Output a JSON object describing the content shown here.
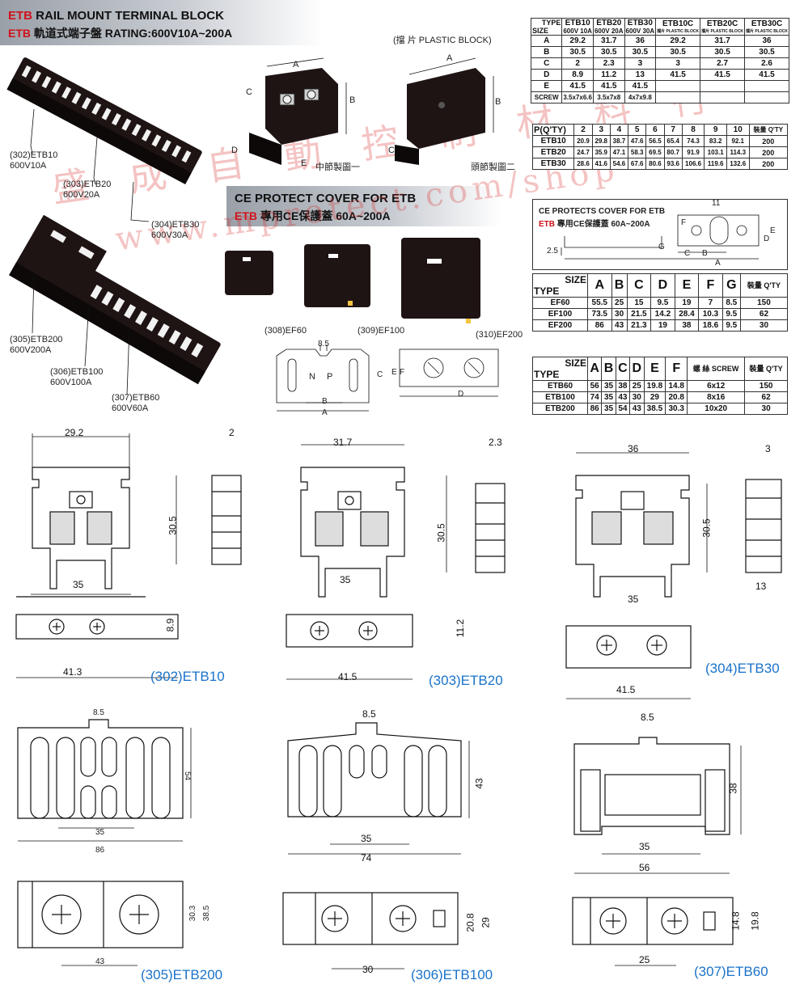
{
  "header": {
    "line1_red": "ETB",
    "line1": "RAIL MOUNT TERMINAL BLOCK",
    "line2_red": "ETB",
    "line2": "軌道式端子盤",
    "line2_rating": "RATING:600V10A~200A"
  },
  "cover_header": {
    "line1": "CE PROTECT COVER FOR ETB",
    "line2_red": "ETB",
    "line2": "專用CE保護蓋  60A~200A"
  },
  "watermark": "盛 成 自 動 控 制 材 料 行",
  "watermark2": "www.mprotect.com/shop",
  "product_labels": {
    "etb10": [
      "(302)ETB10",
      "600V10A"
    ],
    "etb20": [
      "(303)ETB20",
      "600V20A"
    ],
    "etb30": [
      "(304)ETB30",
      "600V30A"
    ],
    "etb200": [
      "(305)ETB200",
      "600V200A"
    ],
    "etb100": [
      "(306)ETB100",
      "600V100A"
    ],
    "etb60": [
      "(307)ETB60",
      "600V60A"
    ],
    "ef60": "(308)EF60",
    "ef100": "(309)EF100",
    "ef200": "(310)EF200"
  },
  "diagram_labels": {
    "plastic_block": "(擋 片 PLASTIC BLOCK)",
    "middle_piece": "中節製圖一",
    "end_piece": "頭節製圖二",
    "A": "A",
    "B": "B",
    "C": "C",
    "D": "D",
    "E": "E",
    "F": "F",
    "N": "N",
    "P": "P",
    "cover_dim": "8.5"
  },
  "table1": {
    "corner_top": "TYPE",
    "corner_bottom": "SIZE",
    "types": [
      "ETB10",
      "ETB20",
      "ETB30",
      "ETB10C",
      "ETB20C",
      "ETB30C"
    ],
    "ratings": [
      "600V 10A",
      "600V 20A",
      "600V 30A",
      "擋片 PLASTIC BLOCK",
      "擋片 PLASTIC BLOCK",
      "擋片 PLASTIC BLOCK"
    ],
    "rows": [
      {
        "label": "A",
        "values": [
          "29.2",
          "31.7",
          "36",
          "29.2",
          "31.7",
          "36"
        ]
      },
      {
        "label": "B",
        "values": [
          "30.5",
          "30.5",
          "30.5",
          "30.5",
          "30.5",
          "30.5"
        ]
      },
      {
        "label": "C",
        "values": [
          "2",
          "2.3",
          "3",
          "3",
          "2.7",
          "2.6"
        ]
      },
      {
        "label": "D",
        "values": [
          "8.9",
          "11.2",
          "13",
          "41.5",
          "41.5",
          "41.5"
        ]
      },
      {
        "label": "E",
        "values": [
          "41.5",
          "41.5",
          "41.5",
          "",
          "",
          ""
        ]
      },
      {
        "label": "SCREW",
        "values": [
          "3.5x7x6.6",
          "3.5x7x8",
          "4x7x9.8",
          "",
          "",
          ""
        ]
      }
    ]
  },
  "table2": {
    "corner": "P(Q'TY)",
    "cols": [
      "2",
      "3",
      "4",
      "5",
      "6",
      "7",
      "8",
      "9",
      "10"
    ],
    "pack_label": "裝量 Q'TY",
    "rows": [
      {
        "label": "ETB10",
        "values": [
          "20.9",
          "29.8",
          "38.7",
          "47.6",
          "56.5",
          "65.4",
          "74.3",
          "83.2",
          "92.1"
        ],
        "qty": "200"
      },
      {
        "label": "ETB20",
        "values": [
          "24.7",
          "35.9",
          "47.1",
          "58.3",
          "69.5",
          "80.7",
          "91.9",
          "103.1",
          "114.3"
        ],
        "qty": "200"
      },
      {
        "label": "ETB30",
        "values": [
          "28.6",
          "41.6",
          "54.6",
          "67.6",
          "80.6",
          "93.6",
          "106.6",
          "119.6",
          "132.6"
        ],
        "qty": "200"
      }
    ]
  },
  "cover_box": {
    "line1": "CE PROTECTS COVER FOR ETB",
    "line2_red": "ETB",
    "line2": "專用CE保護蓋  60A~200A",
    "dim_11": "11",
    "dim_25": "2.5",
    "letters": [
      "F",
      "E",
      "D",
      "G",
      "C",
      "B",
      "A"
    ]
  },
  "table3": {
    "corner_top": "SIZE",
    "corner_bottom": "TYPE",
    "cols": [
      "A",
      "B",
      "C",
      "D",
      "E",
      "F",
      "G"
    ],
    "pack_label": "裝量 Q'TY",
    "rows": [
      {
        "label": "EF60",
        "values": [
          "55.5",
          "25",
          "15",
          "9.5",
          "19",
          "7",
          "8.5"
        ],
        "qty": "150"
      },
      {
        "label": "EF100",
        "values": [
          "73.5",
          "30",
          "21.5",
          "14.2",
          "28.4",
          "10.3",
          "9.5"
        ],
        "qty": "62"
      },
      {
        "label": "EF200",
        "values": [
          "86",
          "43",
          "21.3",
          "19",
          "38",
          "18.6",
          "9.5"
        ],
        "qty": "30"
      }
    ]
  },
  "table4": {
    "corner_top": "SIZE",
    "corner_bottom": "TYPE",
    "cols": [
      "A",
      "B",
      "C",
      "D",
      "E",
      "F"
    ],
    "screw_label": "螺 絲 SCREW",
    "pack_label": "裝量 Q'TY",
    "rows": [
      {
        "label": "ETB60",
        "values": [
          "56",
          "35",
          "38",
          "25",
          "19.8",
          "14.8"
        ],
        "screw": "6x12",
        "qty": "150"
      },
      {
        "label": "ETB100",
        "values": [
          "74",
          "35",
          "43",
          "30",
          "29",
          "20.8"
        ],
        "screw": "8x16",
        "qty": "62"
      },
      {
        "label": "ETB200",
        "values": [
          "86",
          "35",
          "54",
          "43",
          "38.5",
          "30.3"
        ],
        "screw": "10x20",
        "qty": "30"
      }
    ]
  },
  "drawings": {
    "etb10": {
      "caption": "(302)ETB10",
      "top": "29.2",
      "thick": "2",
      "height": "30.5",
      "base": "35",
      "depth": "8.9",
      "length": "41.3"
    },
    "etb20": {
      "caption": "(303)ETB20",
      "top": "31.7",
      "thick": "2.3",
      "height": "30.5",
      "base": "35",
      "depth": "11.2",
      "length": "41.5"
    },
    "etb30": {
      "caption": "(304)ETB30",
      "top": "36",
      "thick": "3",
      "height": "30.5",
      "base": "35",
      "depth": "13",
      "length": "41.5"
    },
    "etb200": {
      "caption": "(305)ETB200",
      "slot": "8.5",
      "height": "54",
      "base": "35",
      "width": "86",
      "d1": "30.3",
      "d2": "38.5",
      "pitch": "43"
    },
    "etb100": {
      "caption": "(306)ETB100",
      "slot": "8.5",
      "height": "43",
      "base": "35",
      "width": "74",
      "d1": "20.8",
      "d2": "29",
      "pitch": "30"
    },
    "etb60": {
      "caption": "(307)ETB60",
      "slot": "8.5",
      "height": "38",
      "base": "35",
      "width": "56",
      "d1": "14.8",
      "d2": "19.8",
      "pitch": "25"
    }
  }
}
